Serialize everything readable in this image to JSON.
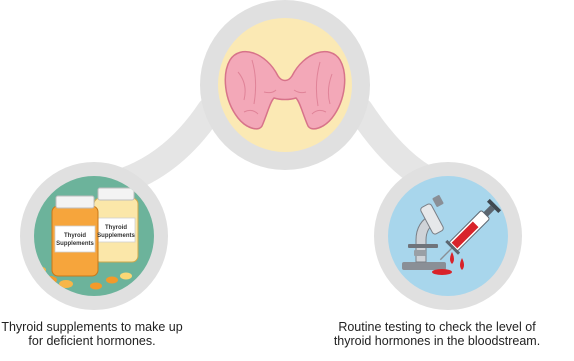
{
  "diagram": {
    "colors": {
      "connector": "#e5e5e5",
      "ring": "#e0e0e0",
      "top_fill": "#fbe9b4",
      "left_fill": "#6cb39b",
      "right_fill": "#a8d6ec",
      "thyroid": "#f3a8b8",
      "thyroid_edge": "#d7738a",
      "blood": "#d8232a"
    },
    "nodes": {
      "top": {
        "icon": "thyroid-gland-icon"
      },
      "left": {
        "icon": "supplement-bottles-icon",
        "label_a": "Thyroid",
        "label_b": "Supplements",
        "caption_lines": [
          "Thyroid supplements to make up",
          "for deficient hormones."
        ]
      },
      "right": {
        "icon": "microscope-syringe-icon",
        "caption_lines": [
          "Routine testing to check the level of",
          "thyroid hormones in the bloodstream."
        ]
      }
    }
  }
}
